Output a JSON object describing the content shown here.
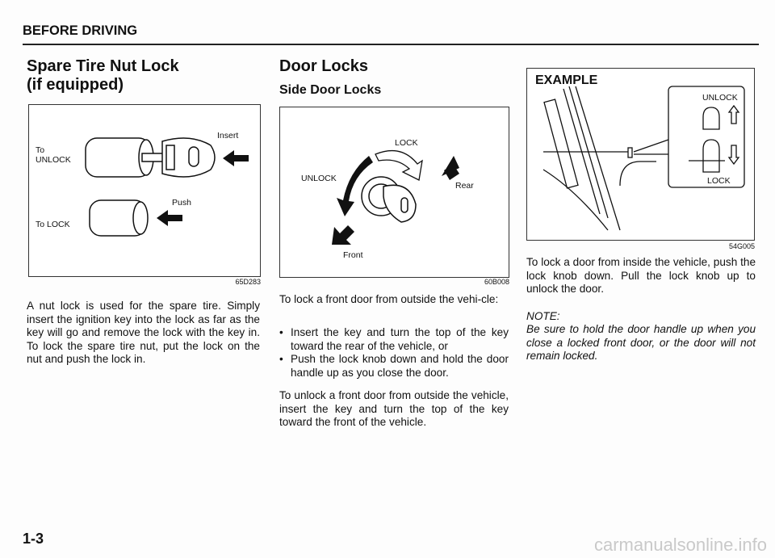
{
  "header": {
    "section": "BEFORE DRIVING"
  },
  "col1": {
    "title_line1": "Spare Tire Nut Lock",
    "title_line2": "(if equipped)",
    "figure": {
      "insert": "Insert",
      "to_unlock_1": "To",
      "to_unlock_2": "UNLOCK",
      "push": "Push",
      "to_lock": "To LOCK",
      "code": "65D283"
    },
    "body": "A nut lock is used for the spare tire. Simply insert the ignition key into the lock as far as the key will go and remove the lock with the key in. To lock the spare tire nut, put the lock on the nut and push the lock in."
  },
  "col2": {
    "title": "Door Locks",
    "subtitle": "Side Door Locks",
    "figure": {
      "lock": "LOCK",
      "unlock": "UNLOCK",
      "rear": "Rear",
      "front": "Front",
      "code": "60B008"
    },
    "intro": "To lock a front door from outside the vehi-cle:",
    "bullets": [
      "Insert the key and turn the top of the key toward the rear of the vehicle, or",
      "Push the lock knob down and hold the door handle up as you close the door."
    ],
    "unlock_text": "To unlock a front door from outside the vehicle, insert the key and turn the top of the key toward the front of the vehicle."
  },
  "col3": {
    "figure": {
      "example": "EXAMPLE",
      "unlock": "UNLOCK",
      "lock": "LOCK",
      "code": "54G005"
    },
    "body": "To lock a door from inside the vehicle, push the lock knob down. Pull the lock knob up to unlock the door.",
    "note_label": "NOTE:",
    "note": "Be sure to hold the door handle up when you close a locked front door, or the door will not remain locked."
  },
  "footer": {
    "page": "1-3"
  },
  "watermark": "carmanualsonline.info"
}
